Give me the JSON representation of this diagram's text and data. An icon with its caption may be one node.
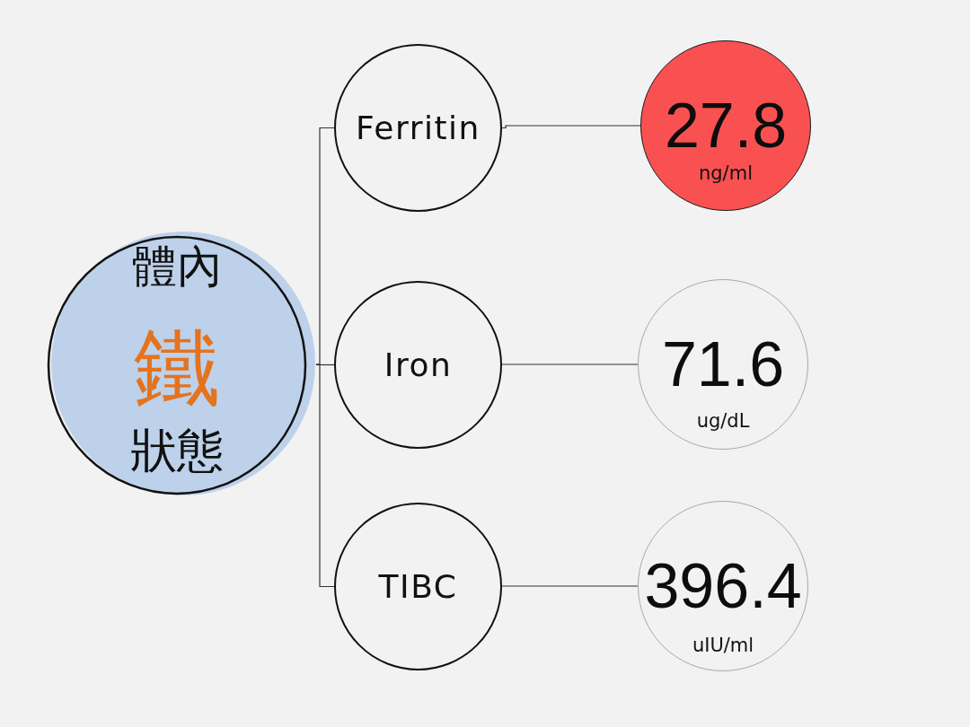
{
  "diagram": {
    "nodes": [
      {
        "text": [
          "體內",
          "鐵",
          "狀態"
        ]
      },
      {
        "text": [
          "Ferritin"
        ]
      },
      {
        "text": [
          "Iron"
        ]
      },
      {
        "text": [
          "TIBC"
        ]
      },
      {
        "text": [
          "27.8",
          "ng/ml"
        ]
      },
      {
        "text": [
          "71.6",
          "ug/dL"
        ]
      },
      {
        "text": [
          "396.4",
          "uIU/ml"
        ]
      }
    ],
    "edges": [
      {
        "from": 0,
        "to": 1,
        "arrow": "none"
      },
      {
        "from": 0,
        "to": 2,
        "arrow": "none"
      },
      {
        "from": 0,
        "to": 3,
        "arrow": "none"
      },
      {
        "from": 1,
        "to": 4,
        "arrow": "none"
      },
      {
        "from": 2,
        "to": 5,
        "arrow": "none"
      },
      {
        "from": 3,
        "to": 6,
        "arrow": "none"
      }
    ]
  }
}
